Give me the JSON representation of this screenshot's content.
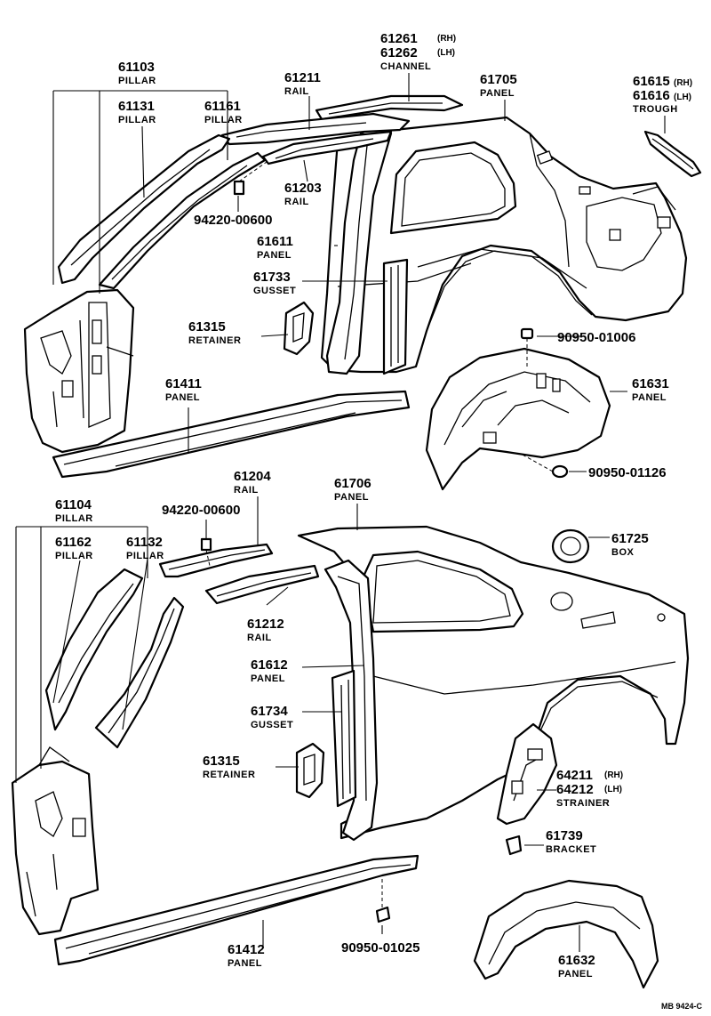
{
  "diagram_code": "MB 9424-C",
  "callouts": {
    "c61103": {
      "number": "61103",
      "name": "PILLAR"
    },
    "c61131": {
      "number": "61131",
      "name": "PILLAR"
    },
    "c61161": {
      "number": "61161",
      "name": "PILLAR"
    },
    "c61211": {
      "number": "61211",
      "name": "RAIL"
    },
    "c61261": {
      "number": "61261",
      "side": "(RH)",
      "number2": "61262",
      "side2": "(LH)",
      "name": "CHANNEL"
    },
    "c61705": {
      "number": "61705",
      "name": "PANEL"
    },
    "c61615": {
      "number": "61615",
      "side": "(RH)",
      "number2": "61616",
      "side2": "(LH)",
      "name": "TROUGH"
    },
    "c61203": {
      "number": "61203",
      "name": "RAIL"
    },
    "c94220a": {
      "number": "94220-00600"
    },
    "c61611": {
      "number": "61611",
      "name": "PANEL"
    },
    "c61733": {
      "number": "61733",
      "name": "GUSSET"
    },
    "c61315a": {
      "number": "61315",
      "name": "RETAINER"
    },
    "c90950a": {
      "number": "90950-01006"
    },
    "c61411": {
      "number": "61411",
      "name": "PANEL"
    },
    "c61631": {
      "number": "61631",
      "name": "PANEL"
    },
    "c90950b": {
      "number": "90950-01126"
    },
    "c61204": {
      "number": "61204",
      "name": "RAIL"
    },
    "c61706": {
      "number": "61706",
      "name": "PANEL"
    },
    "c61104": {
      "number": "61104",
      "name": "PILLAR"
    },
    "c94220b": {
      "number": "94220-00600"
    },
    "c61162": {
      "number": "61162",
      "name": "PILLAR"
    },
    "c61132": {
      "number": "61132",
      "name": "PILLAR"
    },
    "c61725": {
      "number": "61725",
      "name": "BOX"
    },
    "c61212": {
      "number": "61212",
      "name": "RAIL"
    },
    "c61612": {
      "number": "61612",
      "name": "PANEL"
    },
    "c61734": {
      "number": "61734",
      "name": "GUSSET"
    },
    "c61315b": {
      "number": "61315",
      "name": "RETAINER"
    },
    "c64211": {
      "number": "64211",
      "side": "(RH)",
      "number2": "64212",
      "side2": "(LH)",
      "name": "STRAINER"
    },
    "c61739": {
      "number": "61739",
      "name": "BRACKET"
    },
    "c61412": {
      "number": "61412",
      "name": "PANEL"
    },
    "c90950c": {
      "number": "90950-01025"
    },
    "c61632": {
      "number": "61632",
      "name": "PANEL"
    }
  }
}
